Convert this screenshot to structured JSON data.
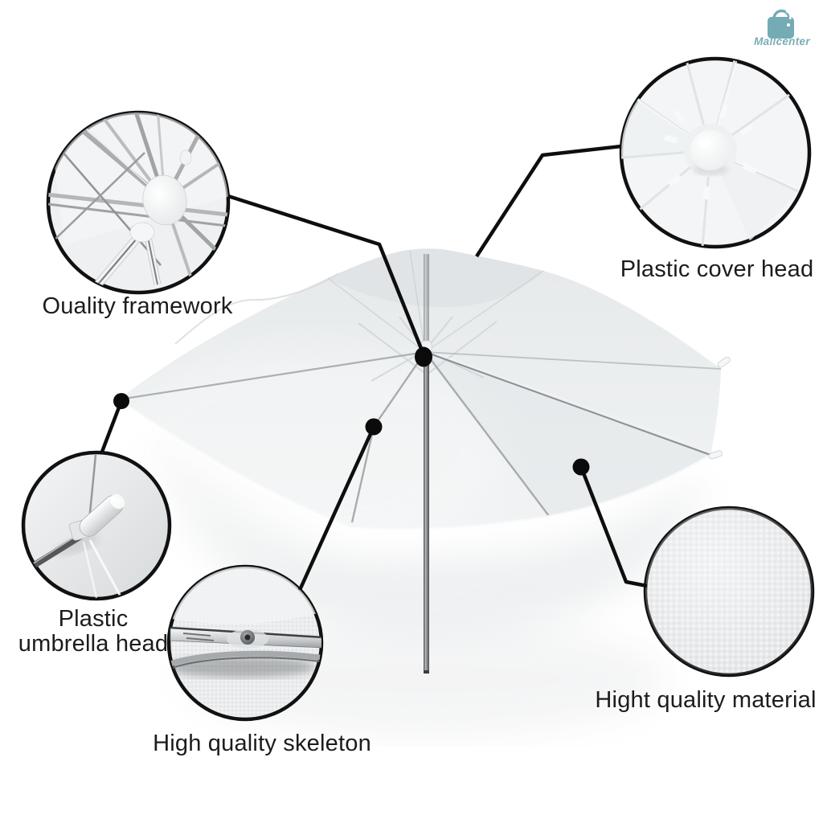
{
  "page": {
    "background": "#ffffff"
  },
  "brand": {
    "name": "Mallcenter",
    "icon": "shopping-bag-icon",
    "color": "#74abb4"
  },
  "figure": {
    "subject": "white translucent studio umbrella with metal shaft",
    "canopy_color": "#ebedee",
    "shaft_color": "#6a6d70",
    "leader_line_color": "#111111",
    "text_color": "#1c1c1c"
  },
  "callouts": [
    {
      "id": "framework",
      "label": "Ouality framework",
      "detail_icon": "umbrella-hub-ribs-detail"
    },
    {
      "id": "cover-head",
      "label": "Plastic cover head",
      "detail_icon": "plastic-dome-top-detail"
    },
    {
      "id": "umbrella-head",
      "label_line1": "Plastic",
      "label_line2": "umbrella head",
      "detail_icon": "plastic-rib-tip-detail"
    },
    {
      "id": "skeleton",
      "label": "High quality skeleton",
      "detail_icon": "metal-joint-rivet-detail"
    },
    {
      "id": "material",
      "label": "Hight quality material",
      "detail_icon": "woven-fabric-detail"
    }
  ]
}
